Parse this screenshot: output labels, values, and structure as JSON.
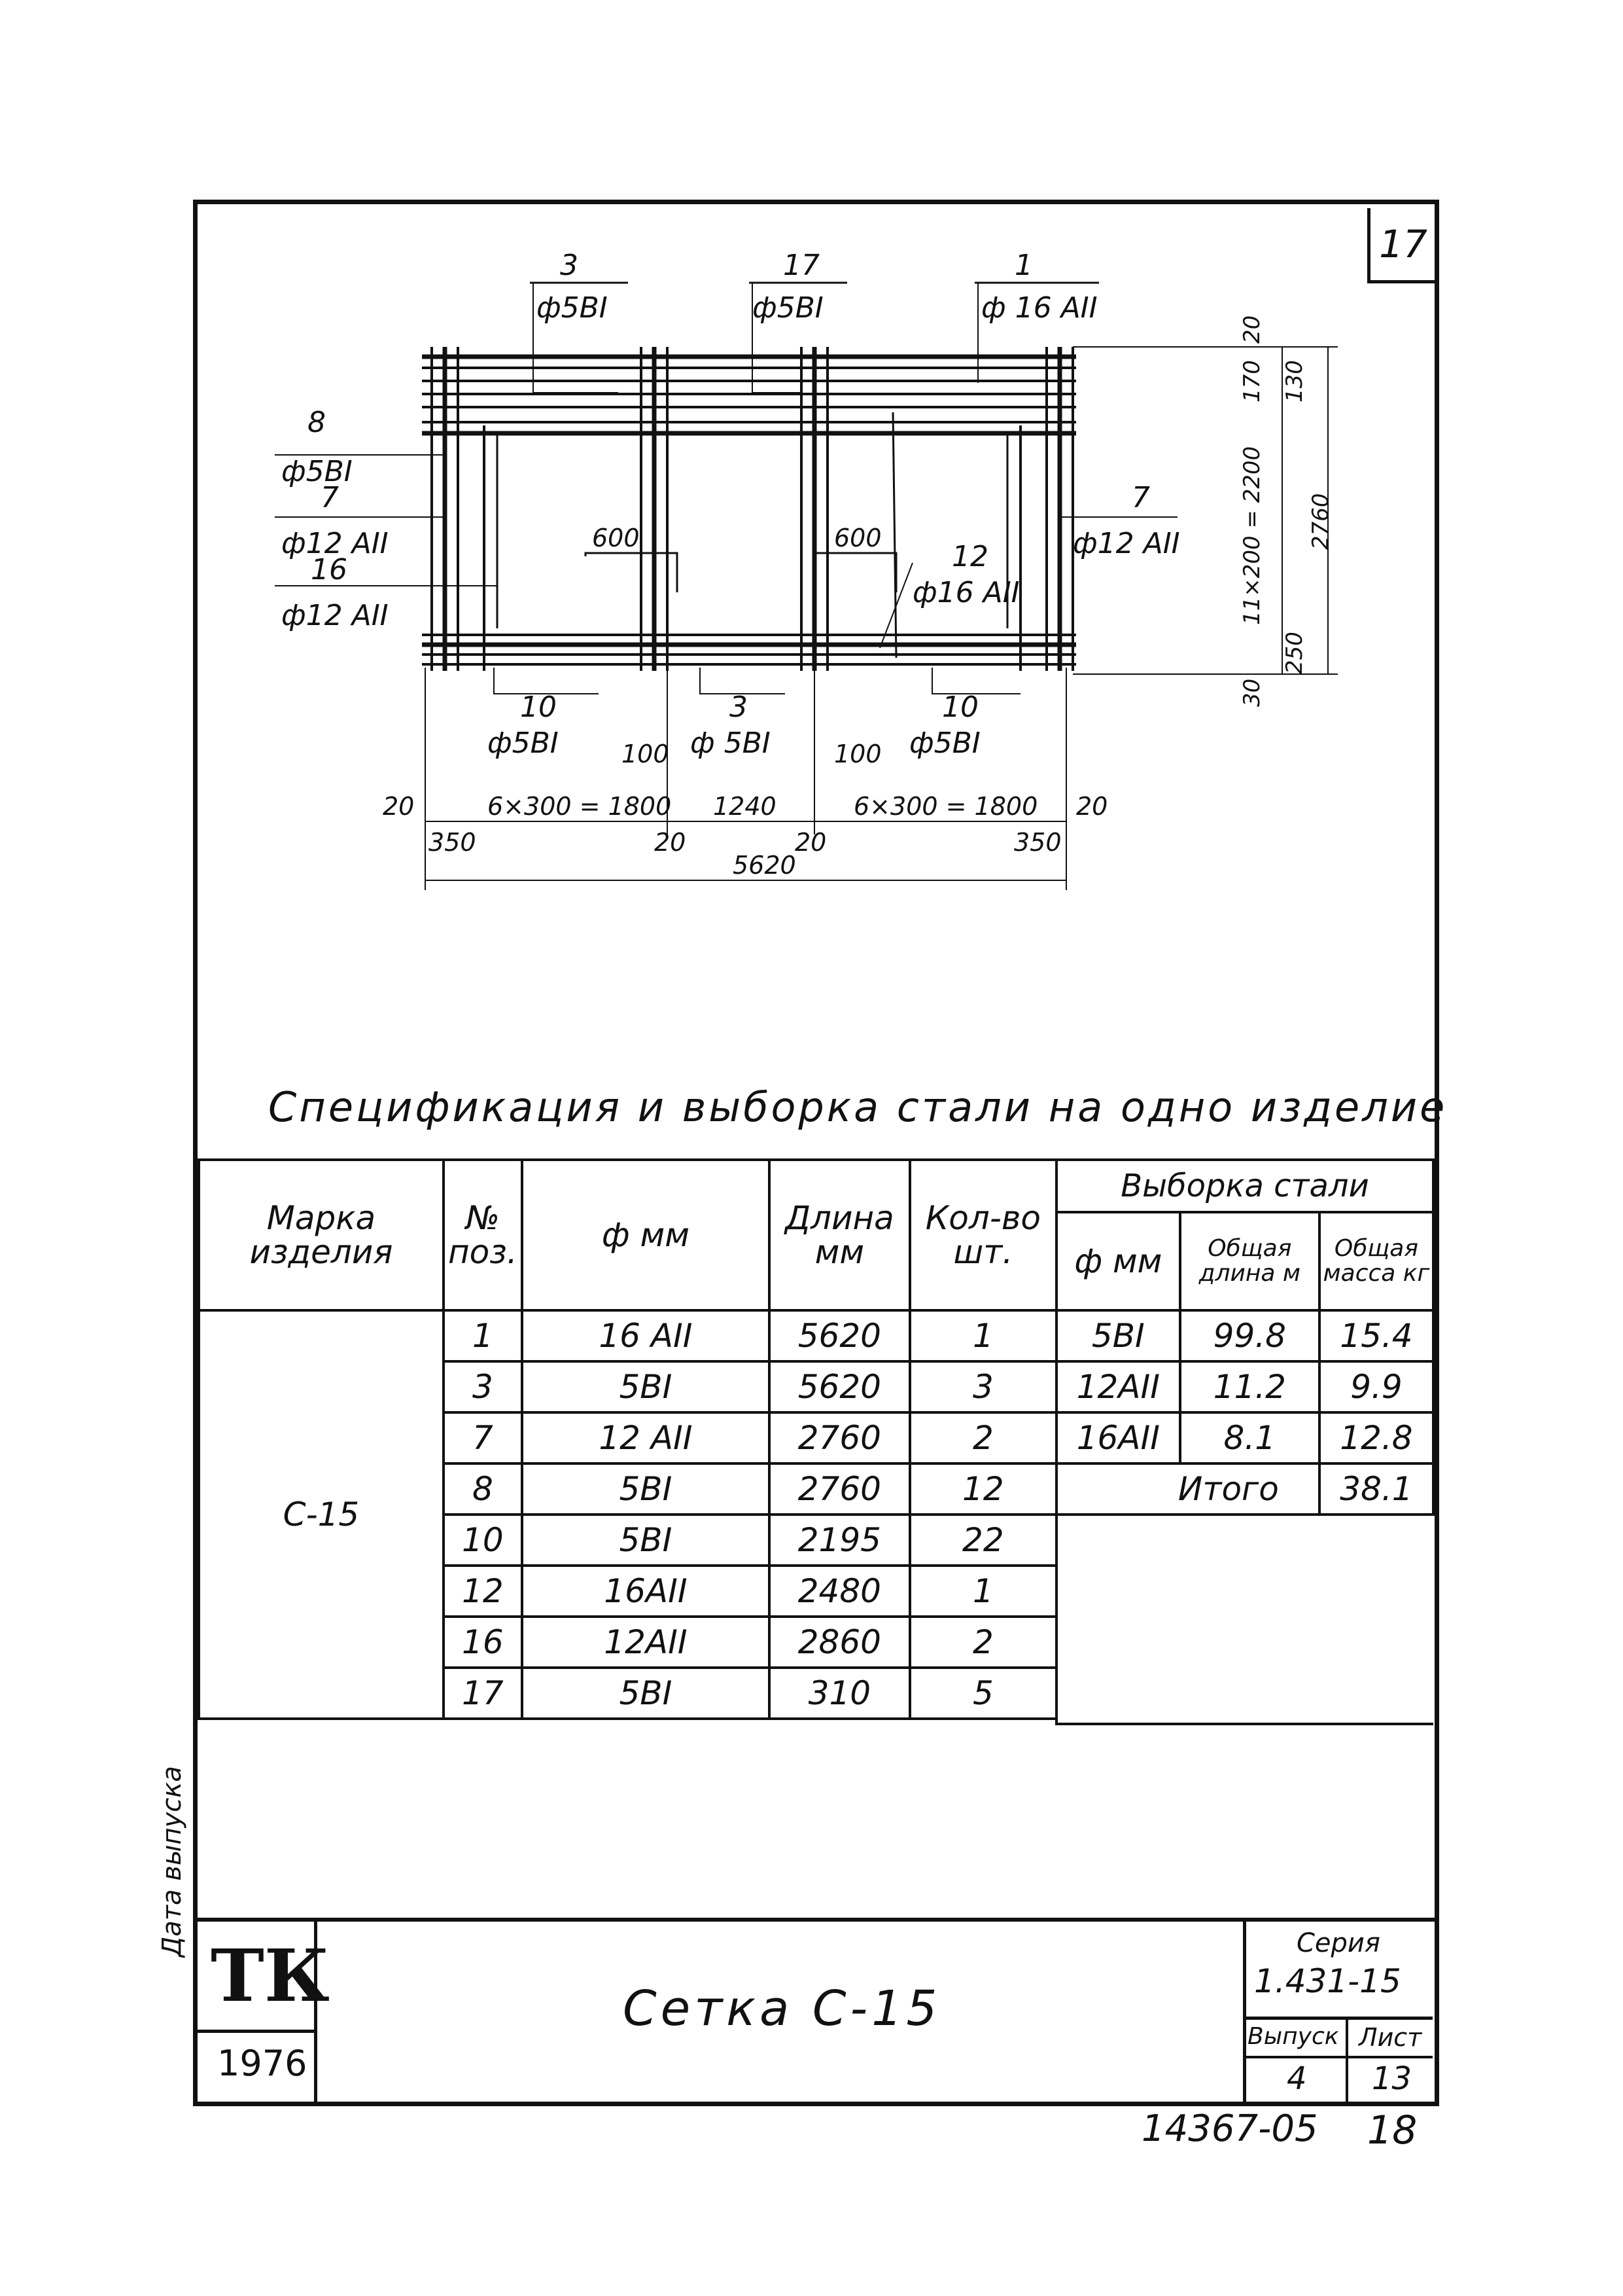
{
  "sheet_corner_number": "17",
  "drawing": {
    "callouts_top": [
      {
        "num": "3",
        "spec": "ф5ВI"
      },
      {
        "num": "17",
        "spec": "ф5ВI"
      },
      {
        "num": "1",
        "spec": "ф 16 АII"
      }
    ],
    "callouts_left": [
      {
        "num": "8",
        "spec": "ф5ВI"
      },
      {
        "num": "7",
        "spec": "ф12 АII"
      },
      {
        "num": "16",
        "spec": "ф12 АII"
      }
    ],
    "callout_right": {
      "num": "7",
      "spec": "ф12 АII"
    },
    "callout_12": {
      "num": "12",
      "spec": "ф16 АII"
    },
    "callouts_bottom": [
      {
        "num": "10",
        "spec": "ф5ВI"
      },
      {
        "num": "3",
        "spec": "ф 5ВI"
      },
      {
        "num": "10",
        "spec": "ф5ВI"
      }
    ],
    "dims": {
      "d600a": "600",
      "d600b": "600",
      "d100a": "100",
      "d100b": "100",
      "d20l": "20",
      "d20r": "20",
      "d20c1": "20",
      "d20c2": "20",
      "d6x300a": "6×300 = 1800",
      "d1240": "1240",
      "d6x300b": "6×300 = 1800",
      "d350l": "350",
      "d350r": "350",
      "d5620": "5620",
      "r20": "20",
      "r130": "130",
      "r170": "170",
      "r11x200": "11×200 = 2200",
      "r2760": "2760",
      "r250": "250",
      "r30": "30"
    }
  },
  "spec_title": "Спецификация и выборка стали на одно изделие",
  "table": {
    "headers": {
      "marka": "Марка изделия",
      "poz": "№ поз.",
      "phi": "ф мм",
      "dlina": "Длина мм",
      "kolvo": "Кол-во шт.",
      "vyborka": "Выборка стали",
      "v_phi": "ф мм",
      "v_dlina": "Общая длина м",
      "v_massa": "Общая масса кг"
    },
    "marka_value": "С-15",
    "rows": [
      {
        "poz": "1",
        "phi": "16 АII",
        "len": "5620",
        "qty": "1"
      },
      {
        "poz": "3",
        "phi": "5ВI",
        "len": "5620",
        "qty": "3"
      },
      {
        "poz": "7",
        "phi": "12 АII",
        "len": "2760",
        "qty": "2"
      },
      {
        "poz": "8",
        "phi": "5ВI",
        "len": "2760",
        "qty": "12"
      },
      {
        "poz": "10",
        "phi": "5ВI",
        "len": "2195",
        "qty": "22"
      },
      {
        "poz": "12",
        "phi": "16АII",
        "len": "2480",
        "qty": "1"
      },
      {
        "poz": "16",
        "phi": "12АII",
        "len": "2860",
        "qty": "2"
      },
      {
        "poz": "17",
        "phi": "5ВI",
        "len": "310",
        "qty": "5"
      }
    ],
    "steel": [
      {
        "phi": "5ВI",
        "len": "99.8",
        "mass": "15.4"
      },
      {
        "phi": "12АII",
        "len": "11.2",
        "mass": "9.9"
      },
      {
        "phi": "16АII",
        "len": "8.1",
        "mass": "12.8"
      }
    ],
    "total_label": "Итого",
    "total_value": "38.1"
  },
  "title_block": {
    "logo": "ТК",
    "year": "1976",
    "name": "Сетка С-15",
    "series_label": "Серия",
    "series_value": "1.431-15",
    "issue_label": "Выпуск",
    "issue_value": "4",
    "sheet_label": "Лист",
    "sheet_value": "13"
  },
  "side_stamp": "Дата выпуска",
  "footer_code": "14367-05",
  "footer_page": "18"
}
